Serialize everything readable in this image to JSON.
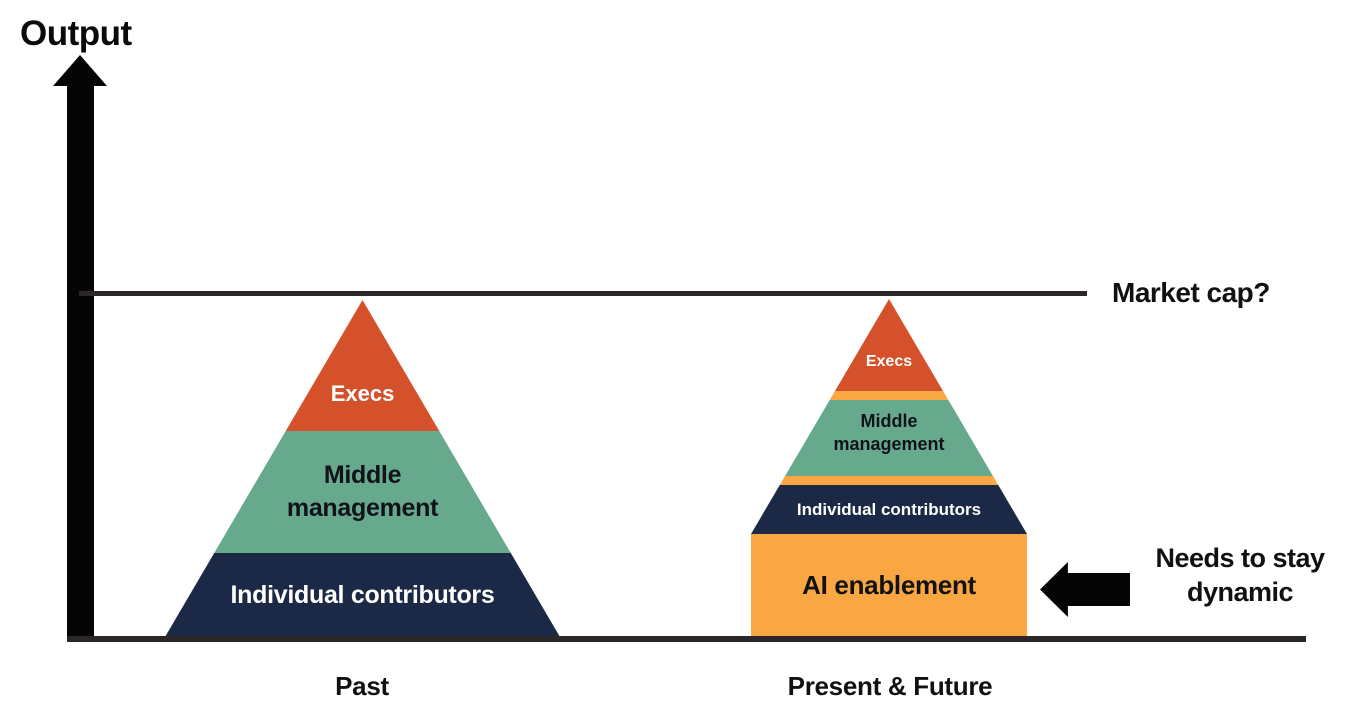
{
  "title": "Output vs org structure: Past vs Present & Future",
  "colors": {
    "execs": "#d5512c",
    "middle_management": "#66a98d",
    "individual_contributors": "#1b2946",
    "ai_enablement": "#f8a742",
    "line": "#2b2728",
    "axis": "#050505"
  },
  "axis": {
    "y_label": "Output"
  },
  "market_cap": {
    "label": "Market cap?"
  },
  "past": {
    "caption": "Past",
    "layers": {
      "execs": "Execs",
      "middle": "Middle\nmanagement",
      "ic": "Individual contributors"
    }
  },
  "present": {
    "caption": "Present & Future",
    "layers": {
      "execs": "Execs",
      "middle": "Middle\nmanagement",
      "ic": "Individual contributors",
      "ai": "AI enablement"
    }
  },
  "annotation": {
    "text": "Needs to stay\ndynamic"
  }
}
